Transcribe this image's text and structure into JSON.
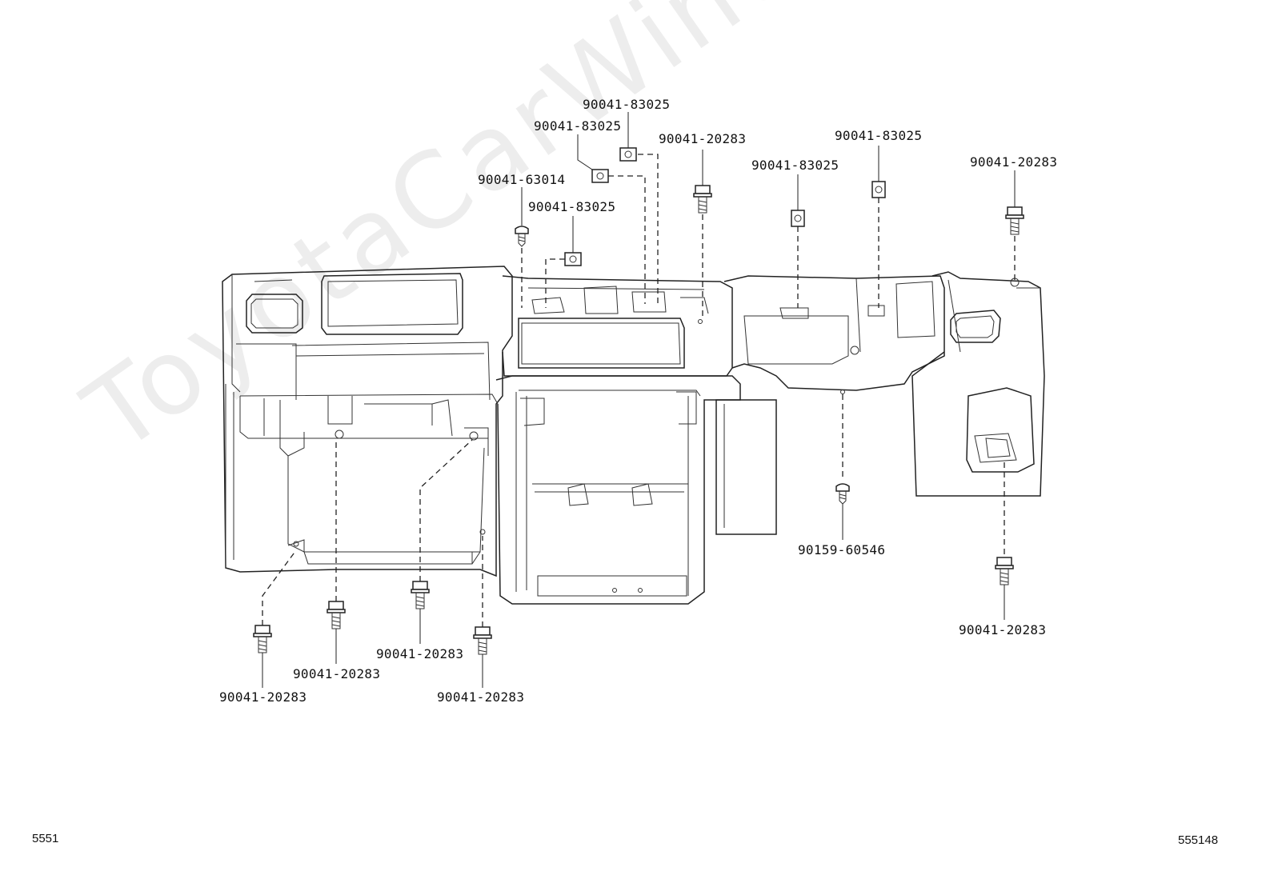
{
  "diagram": {
    "watermark": "ToyotaCarWine.ru",
    "footer_left": "5551",
    "footer_right": "555148",
    "callouts": [
      {
        "id": "c1",
        "part_number": "90041-83025"
      },
      {
        "id": "c2",
        "part_number": "90041-83025"
      },
      {
        "id": "c3",
        "part_number": "90041-20283"
      },
      {
        "id": "c4",
        "part_number": "90041-83025"
      },
      {
        "id": "c5",
        "part_number": "90041-83025"
      },
      {
        "id": "c6",
        "part_number": "90041-20283"
      },
      {
        "id": "c7",
        "part_number": "90041-63014"
      },
      {
        "id": "c8",
        "part_number": "90041-83025"
      },
      {
        "id": "c9",
        "part_number": "90159-60546"
      },
      {
        "id": "c10",
        "part_number": "90041-20283"
      },
      {
        "id": "c11",
        "part_number": "90041-20283"
      },
      {
        "id": "c12",
        "part_number": "90041-20283"
      },
      {
        "id": "c13",
        "part_number": "90041-20283"
      },
      {
        "id": "c14",
        "part_number": "90041-20283"
      }
    ]
  }
}
